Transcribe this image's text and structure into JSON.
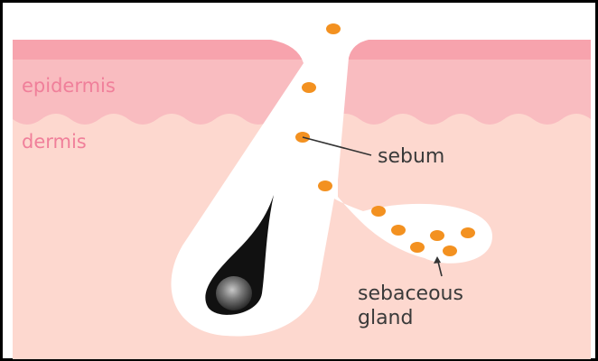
{
  "labels": {
    "epidermis": "epidermis",
    "dermis": "dermis",
    "sebum": "sebum",
    "gland_line1": "sebaceous",
    "gland_line2": "gland"
  },
  "colors": {
    "frame": "#000000",
    "epidermis_fill": "#f9bcc0",
    "epidermis_top": "#f7a3ad",
    "dermis_fill": "#fdd8cf",
    "follicle_fill": "#ffffff",
    "sebum_dot": "#f39120",
    "layer_label": "#f07f9a",
    "callout_text": "#3a3a3a"
  },
  "icons": {
    "hair": "hair-shaft-icon",
    "sebum": "sebum-droplet-icon"
  }
}
